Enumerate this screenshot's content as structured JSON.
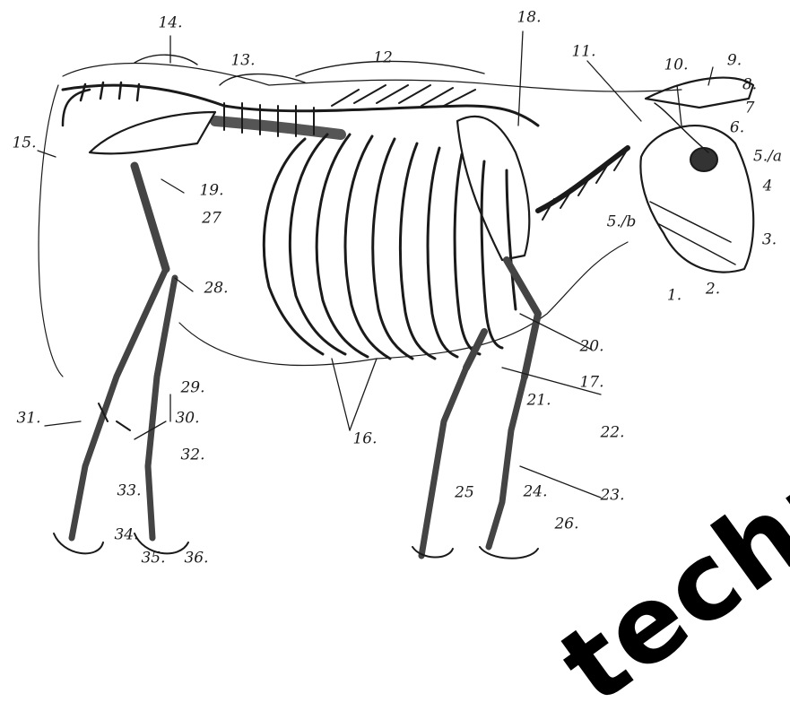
{
  "labels": {
    "n1": "1.",
    "n2": "2.",
    "n3": "3.",
    "n4": "4",
    "n5a": "5./a",
    "n5b": "5./b",
    "n6": "6.",
    "n7": "7",
    "n8": "8.",
    "n9": "9.",
    "n10": "10.",
    "n11": "11.",
    "n12": "12",
    "n13": "13.",
    "n14": "14.",
    "n15": "15.",
    "n16": "16.",
    "n17": "17.",
    "n18": "18.",
    "n19": "19.",
    "n20": "20.",
    "n21": "21.",
    "n22": "22.",
    "n23": "23.",
    "n24": "24.",
    "n25": "25",
    "n26": "26.",
    "n27": "27",
    "n28": "28.",
    "n29": "29.",
    "n30": "30.",
    "n31": "31.",
    "n32": "32.",
    "n33": "33.",
    "n34": "34.",
    "n35": "35.",
    "n36": "36."
  },
  "watermark": "techn",
  "colors": {
    "ink": "#1a1a1a",
    "paper": "#ffffff"
  }
}
